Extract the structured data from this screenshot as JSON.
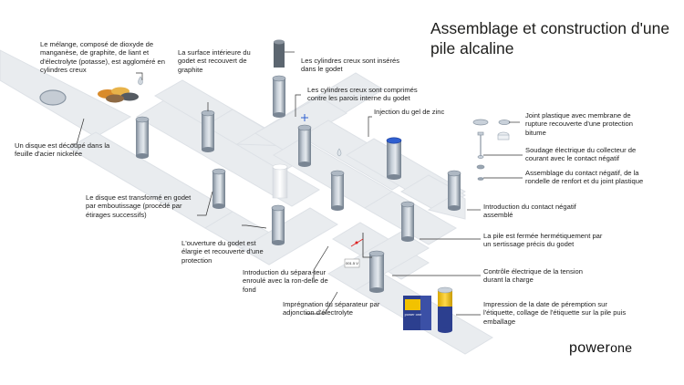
{
  "title": "Assemblage et construction d'une pile alcaline",
  "steps": [
    {
      "id": "melange",
      "text": "Le mélange, composé de dioxyde de manganèse, de graphite, de liant et d'électrolyte (potasse), est aggloméré en cylindres creux"
    },
    {
      "id": "disque_decoupe",
      "text": "Un disque est découpé dans la feuille d'acier nickelée"
    },
    {
      "id": "emboutissage",
      "text": "Le disque est transformé en godet par emboutissage (procédé par étirages successifs)"
    },
    {
      "id": "ouverture",
      "text": "L'ouverture du godet est élargie et recouverte d'une protection"
    },
    {
      "id": "graphite",
      "text": "La surface intérieure du godet est recouvert de graphite"
    },
    {
      "id": "inseres",
      "text": "Les cylindres creux sont insérés dans le godet"
    },
    {
      "id": "comprimes",
      "text": "Les cylindres creux sont comprimés contre les parois interne du godet"
    },
    {
      "id": "separateur",
      "text": "Introduction du sépara-teur enroulé avec la ron-delle de fond"
    },
    {
      "id": "impregnation",
      "text": "Imprégnation du séparateur par adjonction d'électrolyte"
    },
    {
      "id": "gel_zinc",
      "text": "Injection du gel de zinc"
    },
    {
      "id": "joint",
      "text": "Joint plastique avec membrane de rupture recouverte d'une protection bitume"
    },
    {
      "id": "soudage",
      "text": "Soudage électrique du collecteur de courant avec le contact négatif"
    },
    {
      "id": "assemblage_contact",
      "text": "Assemblage du contact négatif, de la rondelle de renfort et du joint plastique"
    },
    {
      "id": "intro_contact",
      "text": "Introduction du contact négatif assemblé"
    },
    {
      "id": "sertissage",
      "text": "La pile est fermée hermétiquement par un sertissage précis du godet"
    },
    {
      "id": "controle",
      "text": "Contrôle électrique de la tension durant la charge"
    },
    {
      "id": "impression",
      "text": "Impression de la date de péremption sur l'étiquette, collage de l'étiquette sur la pile puis emballage"
    }
  ],
  "voltmeter_reading": "001.5 V",
  "battery_brand": "power one",
  "logo": {
    "part1": "power",
    "part2": "one"
  },
  "colors": {
    "path": "#e9ecef",
    "path_edge": "#d2d7dc",
    "cell_light": "#c9d1da",
    "cell_dark": "#6f7c8a",
    "zinc_blue": "#2f5fd0",
    "label_yellow": "#f2c200",
    "label_blue": "#2c3f8f",
    "text": "#222222"
  }
}
